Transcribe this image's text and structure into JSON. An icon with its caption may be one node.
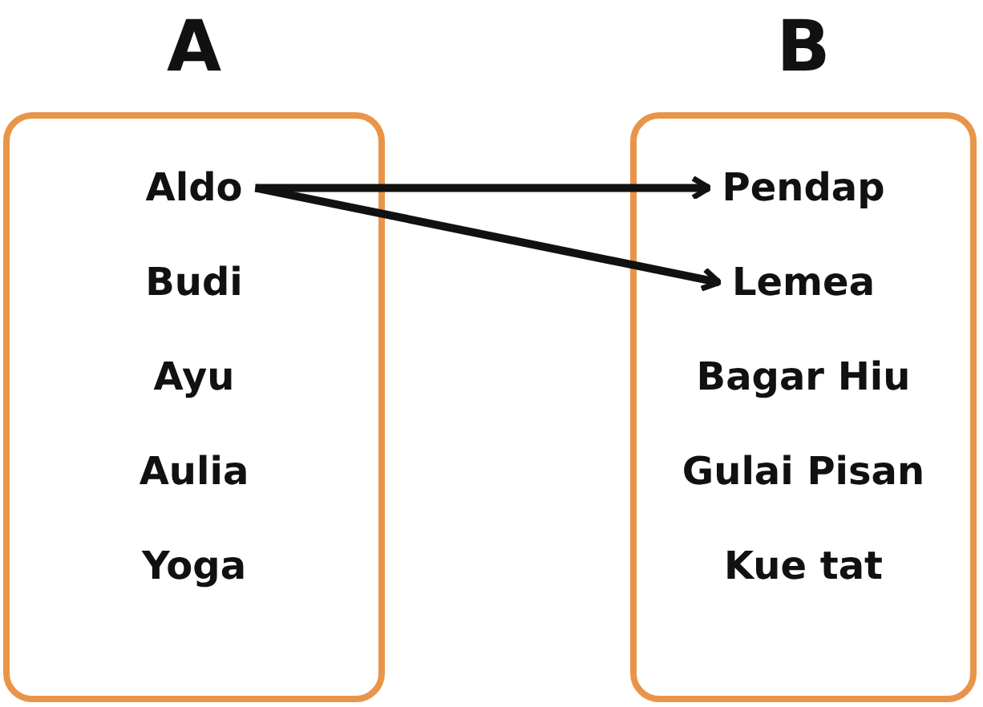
{
  "diagram": {
    "nodes": [
      {
        "text": [
          "A"
        ]
      },
      {
        "text": [
          "Aldo"
        ],
        "in": 0
      },
      {
        "text": [
          "Budi"
        ],
        "in": 0
      },
      {
        "text": [
          "Ayu"
        ],
        "in": 0
      },
      {
        "text": [
          "Aulia"
        ],
        "in": 0
      },
      {
        "text": [
          "Yoga"
        ],
        "in": 0
      },
      {
        "text": [
          "B"
        ]
      },
      {
        "text": [
          "Pendap"
        ],
        "in": 6
      },
      {
        "text": [
          "Lemea"
        ],
        "in": 6
      },
      {
        "text": [
          "Bagar Hiu"
        ],
        "in": 6
      },
      {
        "text": [
          "Gulai Pisan"
        ],
        "in": 6
      },
      {
        "text": [
          "Kue tat"
        ],
        "in": 6
      }
    ],
    "edges": [
      {
        "from": 1,
        "to": 7,
        "arrow": "to"
      },
      {
        "from": 1,
        "to": 8,
        "arrow": "to"
      }
    ]
  }
}
